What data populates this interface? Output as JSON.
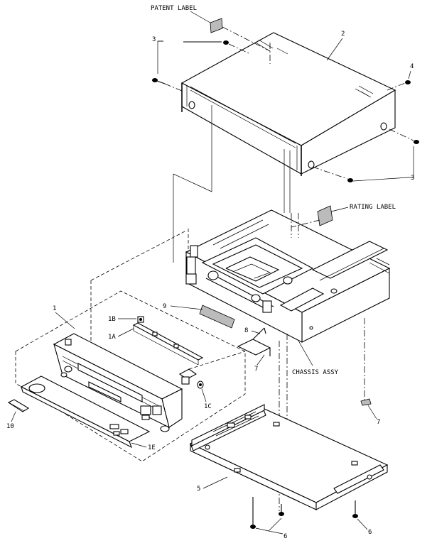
{
  "labels": {
    "patent_label": "PATENT LABEL",
    "rating_label": "RATING LABEL",
    "chassis_assy": "CHASSIS ASSY"
  },
  "callouts": {
    "c1": "1",
    "c1a": "1A",
    "c1b": "1B",
    "c1c": "1C",
    "c1e": "1E",
    "c2": "2",
    "c3_top": "3",
    "c3_right": "3",
    "c4": "4",
    "c5": "5",
    "c6_left": "6",
    "c6_right": "6",
    "c7_right": "7",
    "c7_mid": "7",
    "c8": "8",
    "c9": "9",
    "c10": "10"
  }
}
